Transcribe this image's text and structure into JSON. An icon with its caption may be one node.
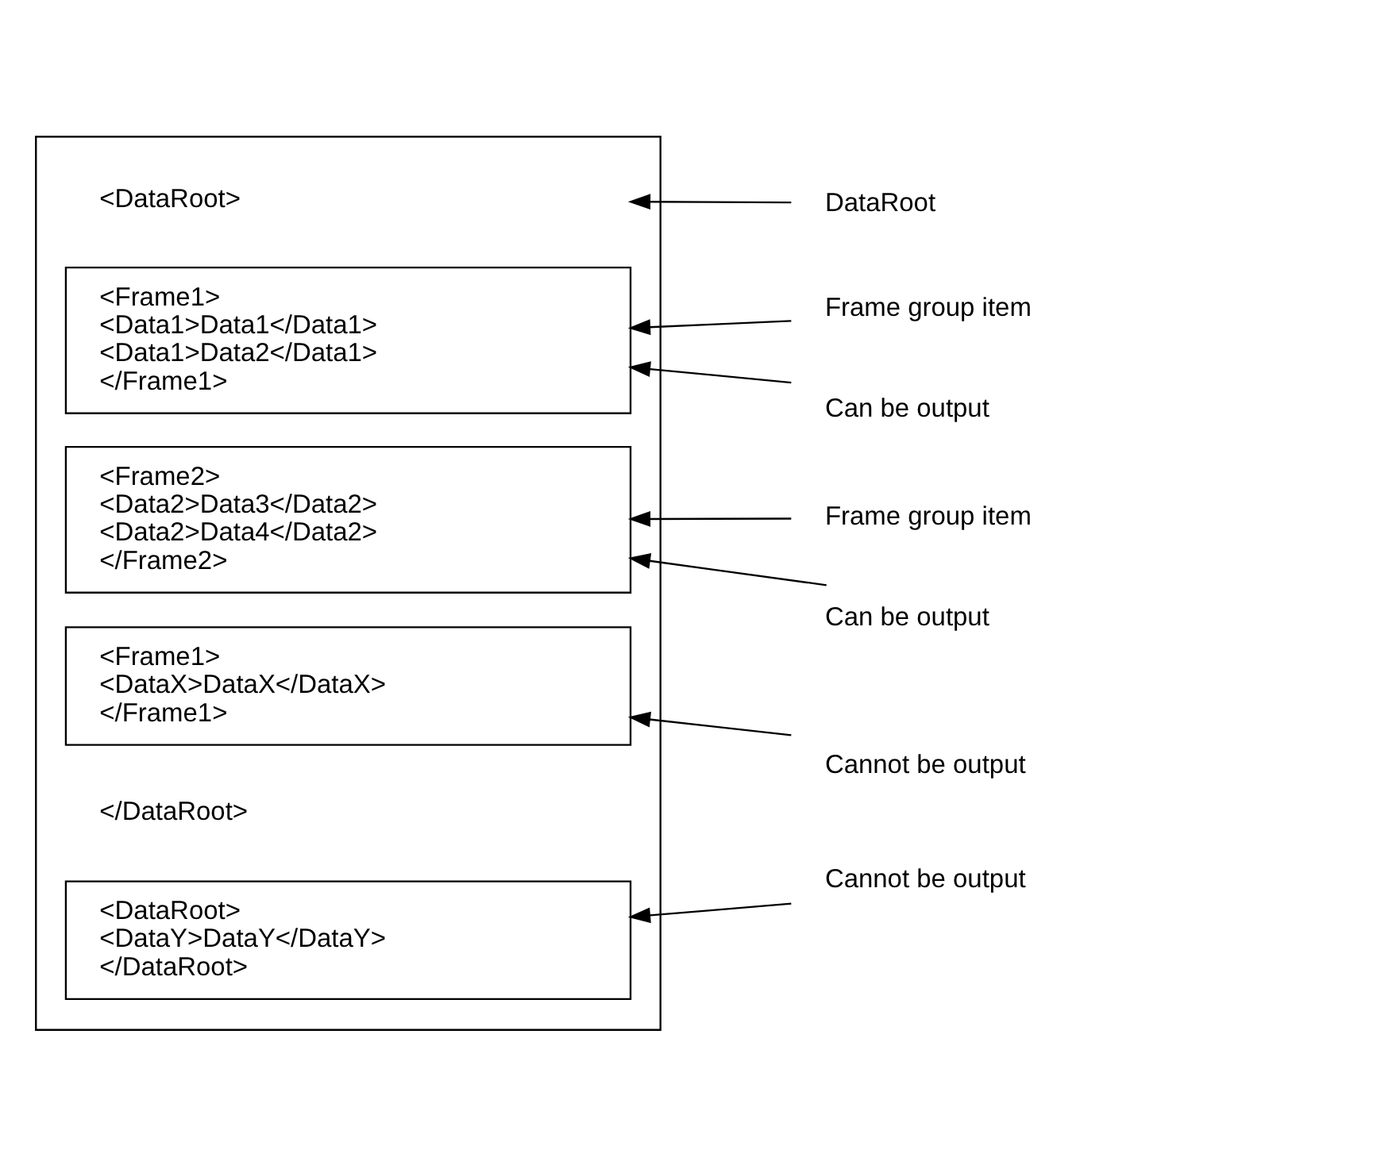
{
  "diagram": {
    "nodes": [
      {
        "text": [],
        "shape": "box"
      },
      {
        "text": [
          "<DataRoot>"
        ],
        "in": 0
      },
      {
        "text": [
          "<Frame1>",
          "<Data1>Data1</Data1>",
          "<Data1>Data2</Data1>",
          "</Frame1>"
        ],
        "in": 0
      },
      {
        "text": [
          "<Frame2>",
          "<Data2>Data3</Data2>",
          "<Data2>Data4</Data2>",
          "</Frame2>"
        ],
        "in": 0
      },
      {
        "text": [
          "<Frame1>",
          "<DataX>DataX</DataX>",
          "</Frame1>"
        ],
        "in": 0
      },
      {
        "text": [
          "</DataRoot>"
        ],
        "in": 0
      },
      {
        "text": [
          "<DataRoot>",
          "<DataY>DataY</DataY>",
          "</DataRoot>"
        ],
        "in": 0
      },
      {
        "text": [
          "DataRoot"
        ]
      },
      {
        "text": [
          "Frame group item"
        ]
      },
      {
        "text": [
          "Can be output"
        ]
      },
      {
        "text": [
          "Frame group item"
        ]
      },
      {
        "text": [
          "Can be output"
        ]
      },
      {
        "text": [
          "Cannot be output"
        ]
      },
      {
        "text": [
          "Cannot be output"
        ]
      }
    ],
    "edges": [
      {
        "from": 7,
        "to": 1,
        "arrow": "to"
      },
      {
        "from": 8,
        "to": 2,
        "arrow": "to"
      },
      {
        "from": 9,
        "to": 2,
        "arrow": "to"
      },
      {
        "from": 10,
        "to": 3,
        "arrow": "to"
      },
      {
        "from": 11,
        "to": 3,
        "arrow": "to"
      },
      {
        "from": 12,
        "to": 4,
        "arrow": "to"
      },
      {
        "from": 13,
        "to": 6,
        "arrow": "to"
      }
    ]
  }
}
